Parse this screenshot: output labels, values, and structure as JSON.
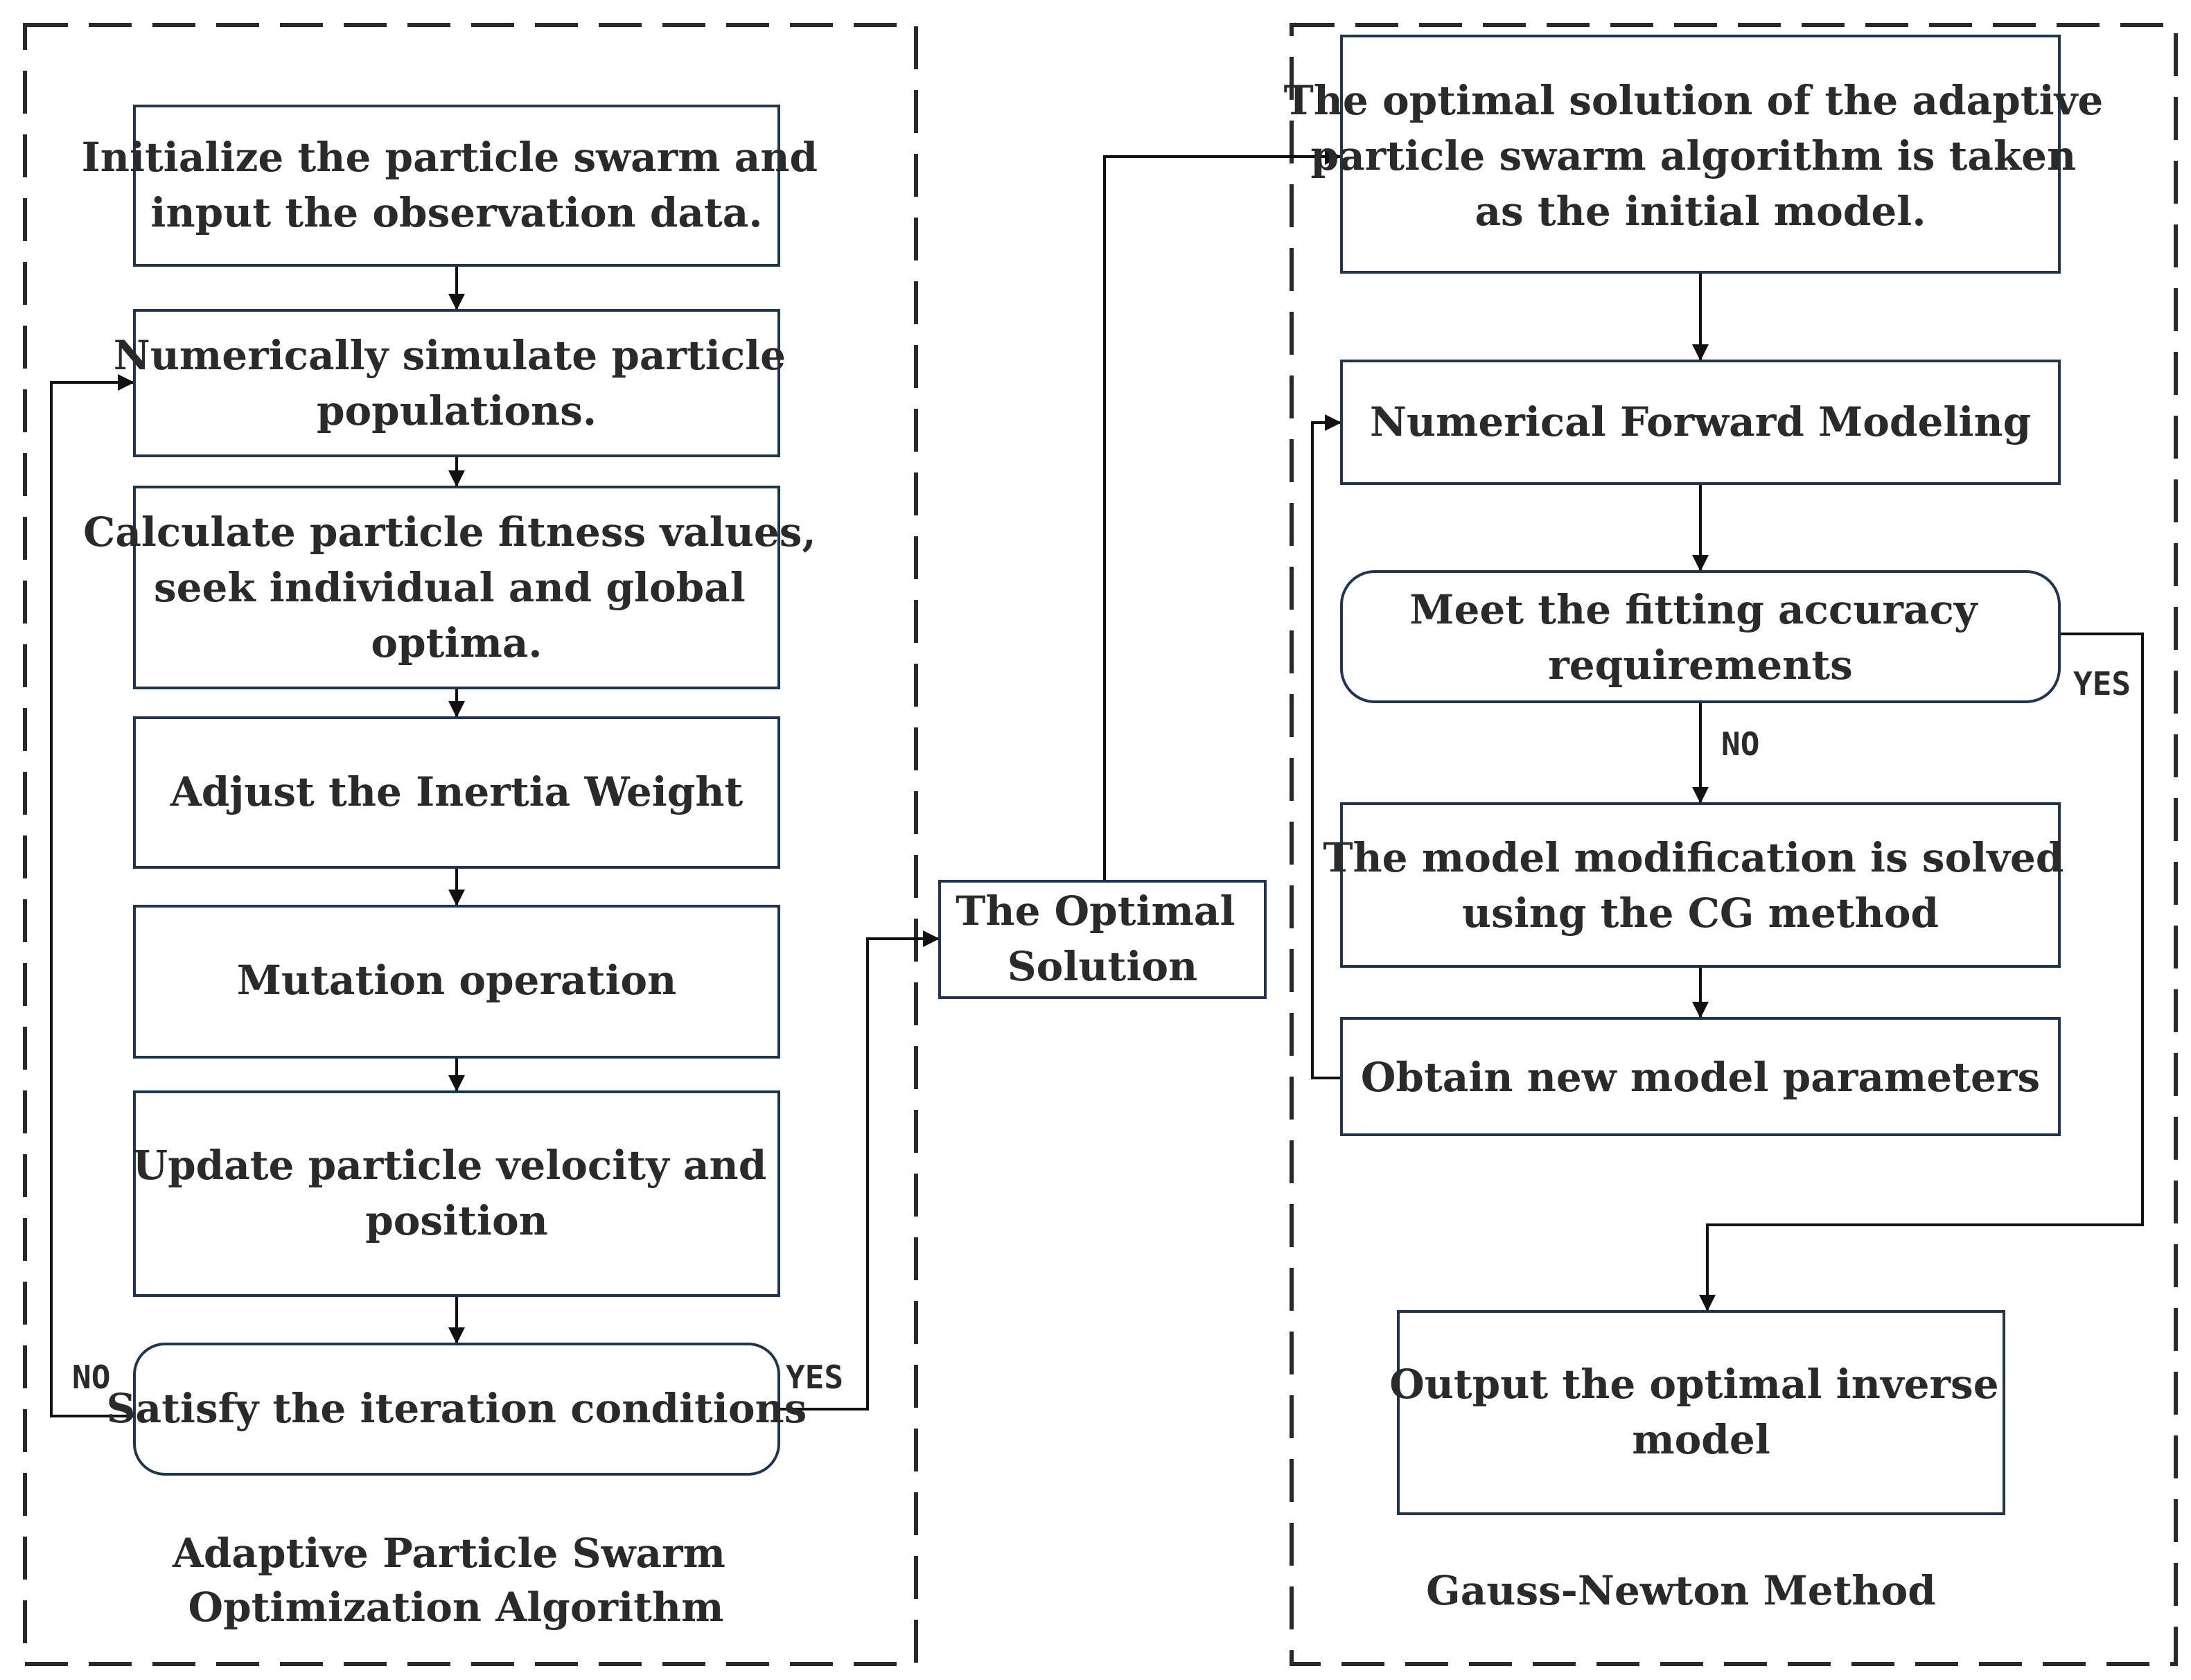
{
  "groups": {
    "apso": {
      "title": [
        "Adaptive Particle Swarm",
        "Optimization Algorithm"
      ]
    },
    "gauss_newton": {
      "title": [
        "Gauss-Newton Method"
      ]
    }
  },
  "nodes": {
    "init_swarm": [
      "Initialize the particle swarm and",
      "input the observation data."
    ],
    "simulate": [
      "Numerically simulate particle",
      "populations."
    ],
    "fitness": [
      "Calculate particle fitness values,",
      "seek individual and global",
      "optima."
    ],
    "inertia": [
      "Adjust the Inertia Weight"
    ],
    "mutation": [
      "Mutation operation"
    ],
    "update": [
      "Update particle velocity and",
      "position"
    ],
    "satisfy": [
      "Satisfy the iteration conditions"
    ],
    "optimal": [
      "The Optimal",
      "Solution"
    ],
    "initial_model": [
      "The optimal solution of the adaptive",
      "particle swarm algorithm is taken",
      "as the initial model."
    ],
    "forward": [
      "Numerical Forward Modeling"
    ],
    "accuracy": [
      "Meet the fitting accuracy",
      "requirements"
    ],
    "cg": [
      "The model modification is solved",
      "using the CG method"
    ],
    "new_params": [
      "Obtain new model parameters"
    ],
    "output": [
      "Output the optimal inverse",
      "model"
    ]
  },
  "edge_labels": {
    "satisfy_no": "NO",
    "satisfy_yes": "YES",
    "accuracy_no": "NO",
    "accuracy_yes": "YES"
  },
  "colors": {
    "box_stroke": "#1f3650",
    "arrow": "#111111",
    "text": "#2a2a2a"
  }
}
